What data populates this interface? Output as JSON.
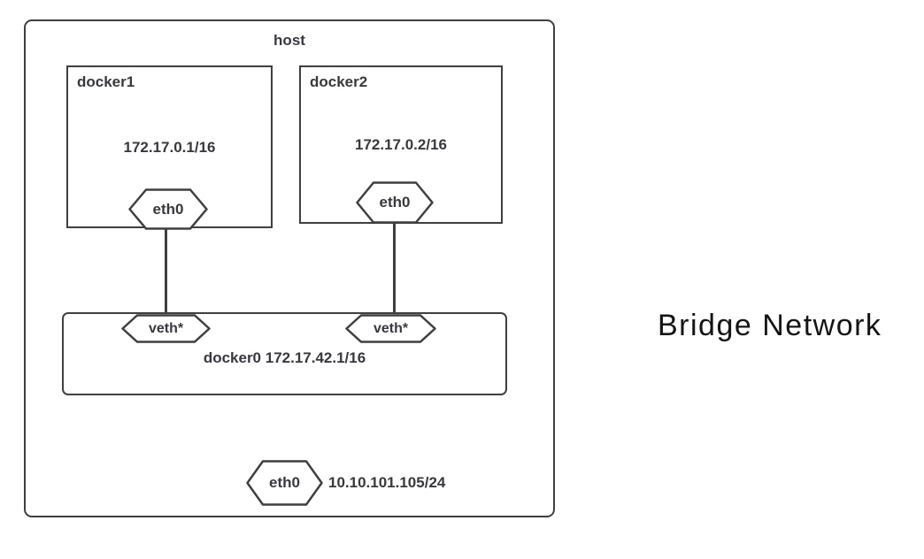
{
  "diagram": {
    "host_label": "host",
    "side_label": "Bridge Network",
    "containers": [
      {
        "name": "docker1",
        "ip": "172.17.0.1/16",
        "port": "eth0"
      },
      {
        "name": "docker2",
        "ip": "172.17.0.2/16",
        "port": "eth0"
      }
    ],
    "bridge": {
      "label": "docker0 172.17.42.1/16",
      "ports": [
        "veth*",
        "veth*"
      ]
    },
    "host_interface": {
      "port": "eth0",
      "ip": "10.10.101.105/24"
    },
    "colors": {
      "line": "#3f3f3f",
      "label_ink": "#383840",
      "side_label_ink": "#141414",
      "background": "#ffffff"
    }
  }
}
